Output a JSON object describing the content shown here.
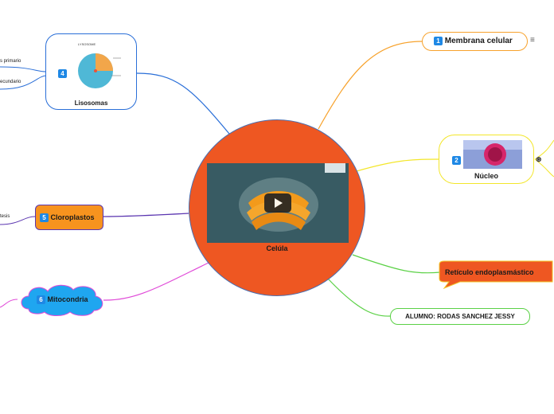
{
  "center": {
    "label": "Celúla"
  },
  "branches": {
    "membrana": {
      "badge": "1",
      "label": "Membrana celular",
      "extra_icon": "≡"
    },
    "nucleo": {
      "badge": "2",
      "label": "Núcleo",
      "extra_icon": "⊛"
    },
    "reticulo": {
      "label": "Retículo endoplasmástico"
    },
    "alumno": {
      "label": "ALUMNO: RODAS SANCHEZ JESSY"
    },
    "lisosomas": {
      "badge": "4",
      "label": "Lisosomas",
      "image_title": "LYSOSOME",
      "subnodes": [
        "s primario",
        "ecundario"
      ]
    },
    "cloroplastos": {
      "badge": "5",
      "label": "Cloroplastos",
      "subnodes": [
        "tesis"
      ]
    },
    "mitocondria": {
      "badge": "6",
      "label": "Mitocondria"
    }
  },
  "colors": {
    "center_fill": "#ee5722",
    "membrana_line": "#f7a22c",
    "nucleo_line": "#f3e62a",
    "reticulo_line": "#5bd146",
    "alumno_line": "#5bd146",
    "lisosomas_line": "#2a6fd8",
    "cloroplastos_line": "#5a35b0",
    "mitocondria_line": "#e04ad8"
  }
}
